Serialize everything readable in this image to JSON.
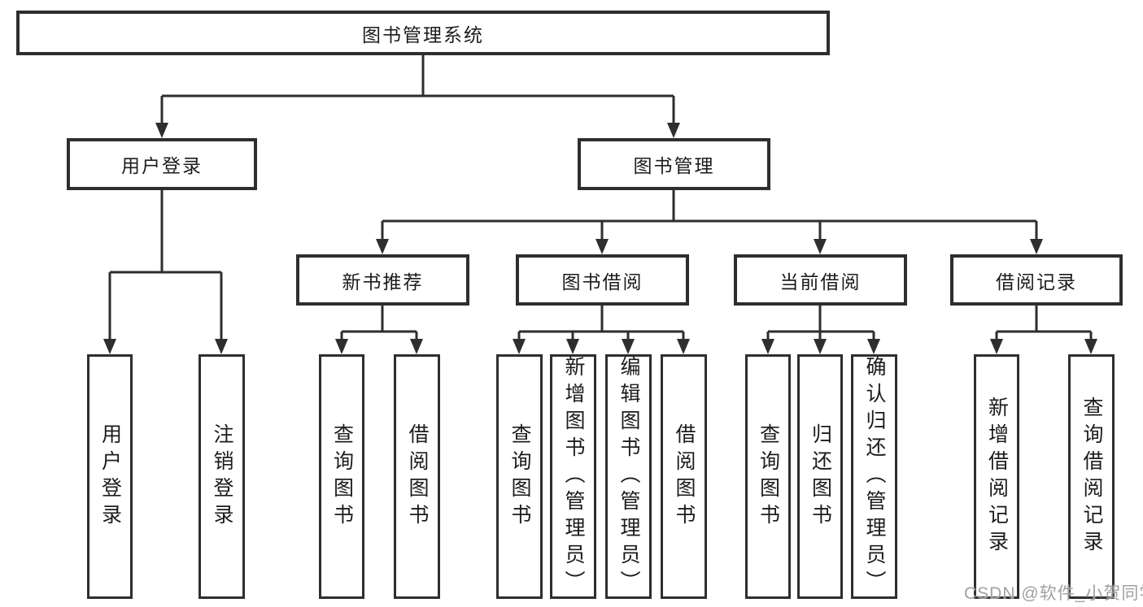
{
  "nodes": {
    "root": {
      "label": "图书管理系统"
    },
    "user_login": {
      "label": "用户登录"
    },
    "book_mgmt": {
      "label": "图书管理"
    },
    "new_book_rec": {
      "label": "新书推荐"
    },
    "book_borrow": {
      "label": "图书借阅"
    },
    "current_borrow": {
      "label": "当前借阅"
    },
    "borrow_records": {
      "label": "借阅记录"
    },
    "login": {
      "label": "用户登录"
    },
    "logout": {
      "label": "注销登录"
    },
    "rec_query": {
      "label": "查询图书"
    },
    "rec_borrow": {
      "label": "借阅图书"
    },
    "bb_query": {
      "label": "查询图书"
    },
    "bb_add": {
      "label": "新增图书（管理员）"
    },
    "bb_edit": {
      "label": "编辑图书（管理员）"
    },
    "bb_borrow": {
      "label": "借阅图书"
    },
    "cb_query": {
      "label": "查询图书"
    },
    "cb_return": {
      "label": "归还图书"
    },
    "cb_confirm": {
      "label": "确认归还（管理员）"
    },
    "br_add": {
      "label": "新增借阅记录"
    },
    "br_query": {
      "label": "查询借阅记录"
    }
  },
  "hierarchy": {
    "图书管理系统": {
      "用户登录": [
        "用户登录",
        "注销登录"
      ],
      "图书管理": {
        "新书推荐": [
          "查询图书",
          "借阅图书"
        ],
        "图书借阅": [
          "查询图书",
          "新增图书（管理员）",
          "编辑图书（管理员）",
          "借阅图书"
        ],
        "当前借阅": [
          "查询图书",
          "归还图书",
          "确认归还（管理员）"
        ],
        "借阅记录": [
          "新增借阅记录",
          "查询借阅记录"
        ]
      }
    }
  },
  "watermark": "CSDN @软件_小贺同学",
  "colors": {
    "line": "#2e2e2e",
    "box_border": "#2e2e2e",
    "text": "#1c1c1c",
    "watermark": "#a0a0a0",
    "background": "#ffffff"
  }
}
